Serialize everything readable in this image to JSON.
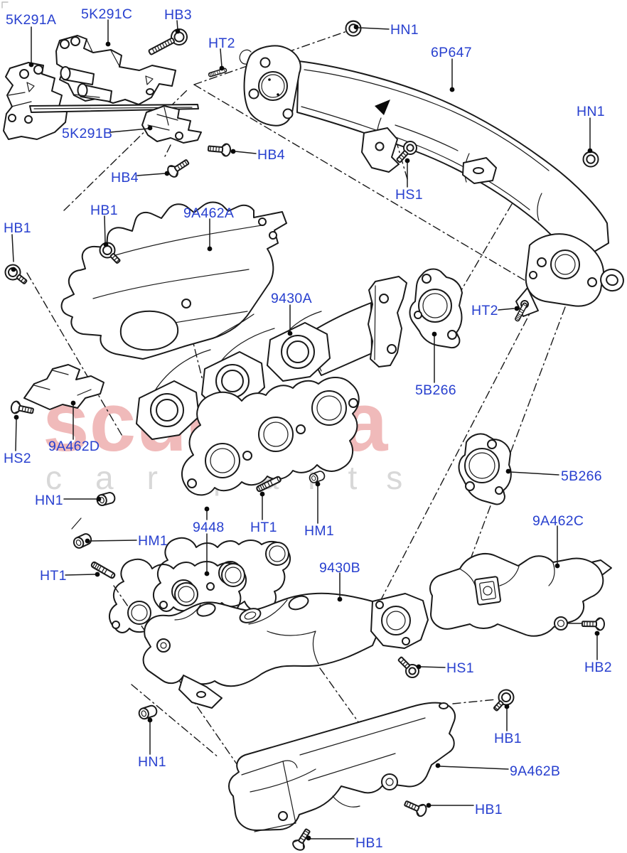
{
  "page": {
    "background": "#ffffff"
  },
  "colors": {
    "label_blue": "#2840cf",
    "line_black": "#1a1a1a",
    "watermark_pink": "#eeaeae",
    "watermark_gray": "#d8d8d8",
    "checker_gray": "#d8d8d8"
  },
  "watermark": {
    "brand": "scuderia",
    "tagline_left": "car",
    "tagline_right": "parts"
  },
  "labels": [
    {
      "text": "5K291A"
    },
    {
      "text": "5K291C"
    },
    {
      "text": "HB3"
    },
    {
      "text": "HT2"
    },
    {
      "text": "HN1"
    },
    {
      "text": "6P647"
    },
    {
      "text": "HN1"
    },
    {
      "text": "5K291B"
    },
    {
      "text": "HB4"
    },
    {
      "text": "HB4"
    },
    {
      "text": "HS1"
    },
    {
      "text": "HB1"
    },
    {
      "text": "9A462A"
    },
    {
      "text": "HB1"
    },
    {
      "text": "9430A"
    },
    {
      "text": "HT2"
    },
    {
      "text": "5B266"
    },
    {
      "text": "9A462D"
    },
    {
      "text": "HS2"
    },
    {
      "text": "HN1"
    },
    {
      "text": "5B266"
    },
    {
      "text": "9448"
    },
    {
      "text": "HT1"
    },
    {
      "text": "HM1"
    },
    {
      "text": "9A462C"
    },
    {
      "text": "HM1"
    },
    {
      "text": "HT1"
    },
    {
      "text": "9430B"
    },
    {
      "text": "HS1"
    },
    {
      "text": "HB2"
    },
    {
      "text": "HB1"
    },
    {
      "text": "9A462B"
    },
    {
      "text": "HB1"
    },
    {
      "text": "HB1"
    },
    {
      "text": "HN1"
    }
  ]
}
